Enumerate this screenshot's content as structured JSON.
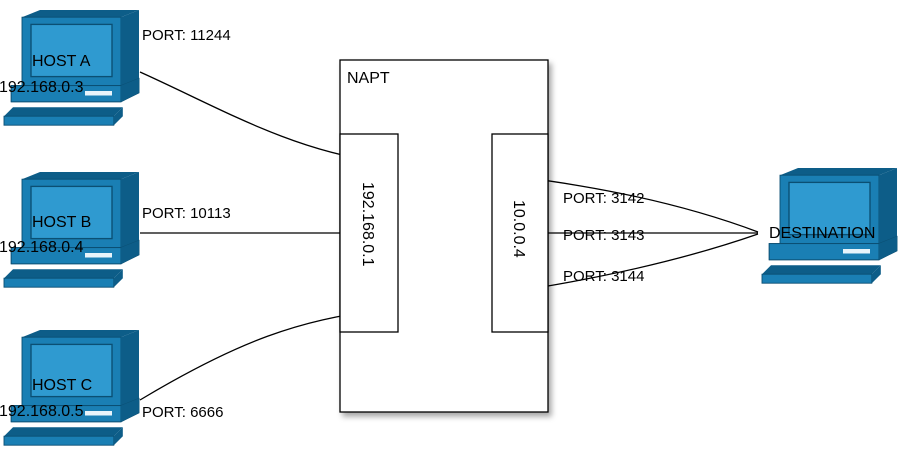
{
  "hosts": [
    {
      "name": "HOST A",
      "ip": "192.168.0.3",
      "port_label": "PORT: 11244"
    },
    {
      "name": "HOST B",
      "ip": "192.168.0.4",
      "port_label": "PORT: 10113"
    },
    {
      "name": "HOST C",
      "ip": "192.168.0.5",
      "port_label": "PORT: 6666"
    }
  ],
  "napt": {
    "title": "NAPT",
    "inside_ip": "192.168.0.1",
    "outside_ip": "10.0.0.4"
  },
  "destination": {
    "name": "DESTINATION",
    "port_labels": [
      "PORT: 3142",
      "PORT: 3143",
      "PORT: 3144"
    ]
  },
  "colors": {
    "computer_blue": "#1a7fb4",
    "computer_dark": "#0d5d88",
    "screen_light": "#2f9ad0",
    "line": "#000000"
  }
}
